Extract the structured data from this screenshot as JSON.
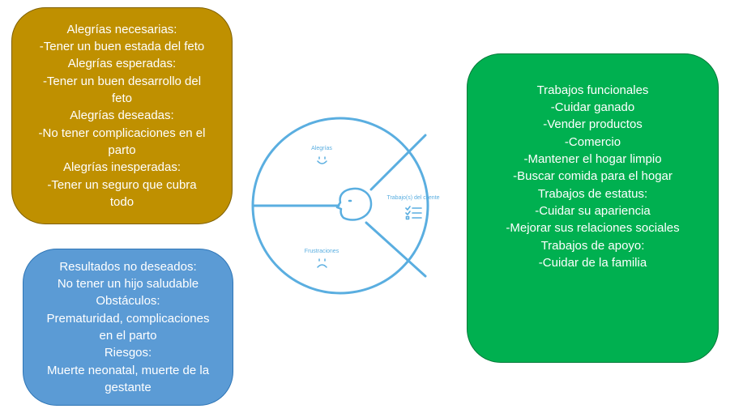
{
  "gains_box": {
    "lines": [
      "Alegrías necesarias:",
      "-Tener un buen estada del feto",
      "Alegrías esperadas:",
      "-Tener un buen desarrollo del",
      "feto",
      "Alegrías deseadas:",
      "-No tener complicaciones en el",
      "parto",
      "Alegrías inesperadas:",
      "-Tener un seguro que cubra",
      "todo"
    ],
    "color": "#bf9000"
  },
  "pains_box": {
    "lines": [
      "Resultados no deseados:",
      "No tener un hijo saludable",
      "Obstáculos:",
      "Prematuridad, complicaciones",
      "en el parto",
      "Riesgos:",
      "Muerte neonatal, muerte de la",
      "gestante"
    ],
    "color": "#5b9bd5"
  },
  "jobs_box": {
    "lines": [
      "Trabajos funcionales",
      "-Cuidar ganado",
      "-Vender productos",
      "-Comercio",
      "-Mantener el hogar limpio",
      "-Buscar comida para el hogar",
      "Trabajos de estatus:",
      "-Cuidar su apariencia",
      "-Mejorar sus relaciones sociales",
      "Trabajos de apoyo:",
      "-Cuidar de la familia"
    ],
    "color": "#00b050"
  },
  "customer_profile": {
    "color": "#5aaee0",
    "gains_label": "Alegrías",
    "pains_label": "Frustraciones",
    "jobs_label": "Trabajo(s) del cliente",
    "gains_icon": "smile-icon",
    "pains_icon": "frown-icon",
    "jobs_icon": "checklist-icon",
    "center_icon": "face-profile-icon"
  }
}
